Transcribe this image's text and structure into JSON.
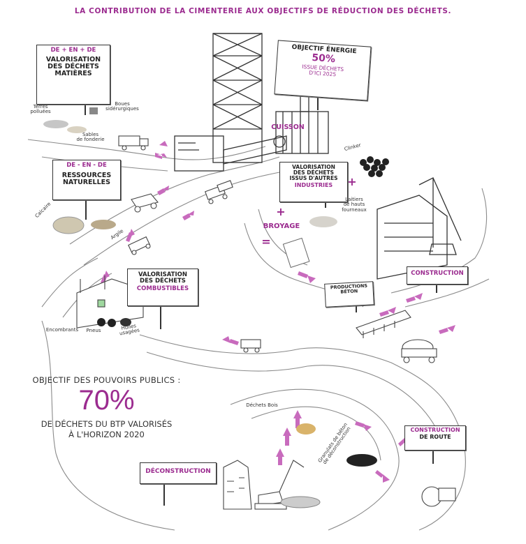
{
  "title": "LA CONTRIBUTION DE LA CIMENTERIE AUX OBJECTIFS DE RÉDUCTION DES DÉCHETS.",
  "signs": {
    "dechets_matieres": {
      "top": "DE + EN + DE",
      "main": "VALORISATION\nDES DÉCHETS\nMATIÈRES"
    },
    "ressources": {
      "top": "DE - EN - DE",
      "main": "RESSOURCES\nNATURELLES"
    },
    "combustibles": {
      "main": "VALORISATION\nDES DÉCHETS",
      "accent": "COMBUSTIBLES"
    },
    "energie": {
      "top": "OBJECTIF ÉNERGIE",
      "pct": "50%",
      "sub": "ISSUE DÉCHETS\nD'ICI 2025"
    },
    "industries": {
      "main": "VALORISATION\nDES DÉCHETS\nISSUS D'AUTRES",
      "accent": "INDUSTRIES"
    },
    "cuisson": "CUISSON",
    "broyage": "BROYAGE",
    "production_beton": "PRODUCTIONS\nBÉTON",
    "construction": "CONSTRUCTION",
    "construction_route": {
      "accent": "CONSTRUCTION",
      "main": "DE ROUTE"
    },
    "deconstruction": "DÉCONSTRUCTION"
  },
  "labels": {
    "terres": "Terres\npolluées",
    "boues": "Boues\nsidérurgiques",
    "sables": "Sables\nde fonderie",
    "calcaire": "Calcaire",
    "argile": "Argile",
    "clinker": "Clinker",
    "laitiers": "Laitiers\nde hauts\nfourneaux",
    "encombrants": "Encombrants",
    "pneus": "Pneus",
    "huiles": "Huiles\nusagées",
    "bois": "Déchets Bois",
    "granulats": "Granulats de béton\nde déconstruction",
    "plus1": "+",
    "plus2": "+",
    "equals": "="
  },
  "objective": {
    "line1": "OBJECTIF DES POUVOIRS PUBLICS :",
    "pct": "70%",
    "line2": "DE DÉCHETS DU BTP VALORISÉS\nÀ L'HORIZON 2020"
  },
  "colors": {
    "accent": "#9b2b8f",
    "ink": "#333333",
    "arrow": "#c86bbd"
  }
}
